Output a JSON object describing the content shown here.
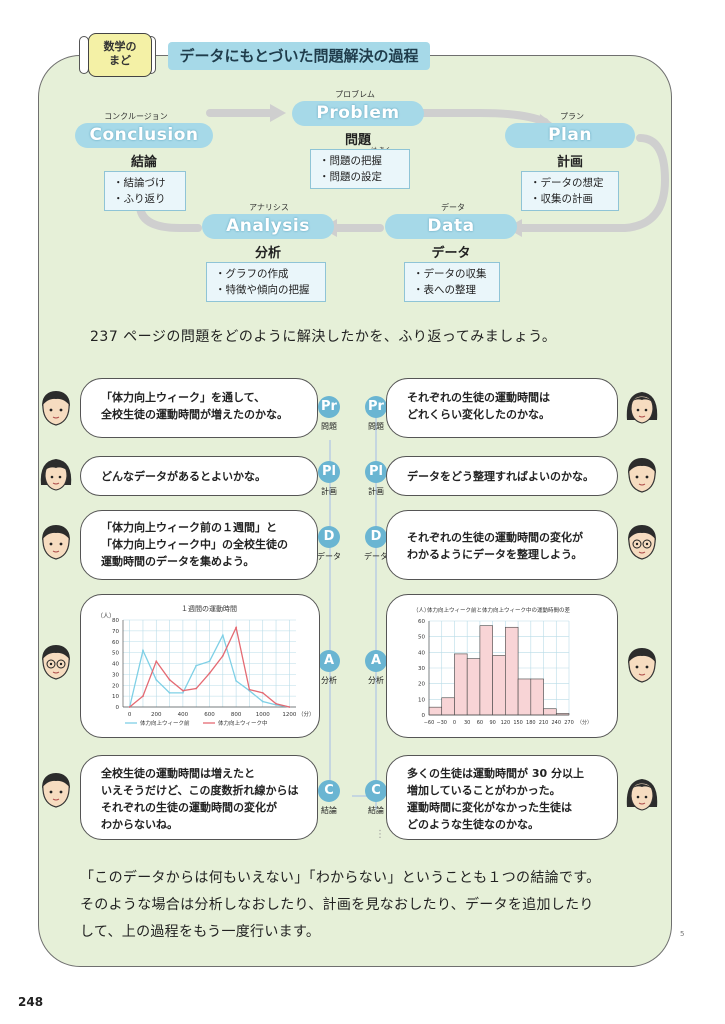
{
  "badge": "数学の\nまど",
  "title": "データにもとづいた問題解決の過程",
  "process": {
    "problem": {
      "ruby": "プロブレム",
      "en": "Problem",
      "jp": "問題",
      "items": [
        "問題の把握",
        "問題の設定"
      ],
      "ruby_small": "は あく"
    },
    "plan": {
      "ruby": "プラン",
      "en": "Plan",
      "jp": "計画",
      "items": [
        "データの想定",
        "収集の計画"
      ]
    },
    "data": {
      "ruby": "データ",
      "en": "Data",
      "jp": "データ",
      "items": [
        "データの収集",
        "表への整理"
      ]
    },
    "analysis": {
      "ruby": "アナリシス",
      "en": "Analysis",
      "jp": "分析",
      "items": [
        "グラフの作成",
        "特徴や傾向の把握"
      ]
    },
    "conclusion": {
      "ruby": "コンクルージョン",
      "en": "Conclusion",
      "jp": "結論",
      "items": [
        "結論づけ",
        "ふり返り"
      ]
    }
  },
  "intro": "237 ページの問題をどのように解決したかを、ふり返ってみましょう。",
  "left_bubbles": [
    "「体力向上ウィーク」を通して、\n全校生徒の運動時間が増えたのかな。",
    "どんなデータがあるとよいかな。",
    "「体力向上ウィーク前の１週間」と\n「体力向上ウィーク中」の全校生徒の\n運動時間のデータを集めよう。",
    "全校生徒の運動時間は増えたと\nいえそうだけど、この度数折れ線からは\nそれぞれの生徒の運動時間の変化が\nわからないね。"
  ],
  "right_bubbles": [
    "それぞれの生徒の運動時間は\nどれくらい変化したのかな。",
    "データをどう整理すればよいのかな。",
    "それぞれの生徒の運動時間の変化が\nわかるようにデータを整理しよう。",
    "多くの生徒は運動時間が 30 分以上\n増加していることがわかった。\n運動時間に変化がなかった生徒は\nどのような生徒なのかな。"
  ],
  "steps": [
    {
      "sym": "Pr",
      "label": "問題"
    },
    {
      "sym": "Pl",
      "label": "計画"
    },
    {
      "sym": "D",
      "label": "データ"
    },
    {
      "sym": "A",
      "label": "分析"
    },
    {
      "sym": "C",
      "label": "結論"
    }
  ],
  "chart_data": [
    {
      "type": "line",
      "title": "１週間の運動時間",
      "ylabel": "（人）",
      "xlabel": "（分）",
      "x": [
        0,
        100,
        200,
        300,
        400,
        500,
        600,
        700,
        800,
        900,
        1000,
        1100,
        1200
      ],
      "xticks": [
        "0",
        "200",
        "400",
        "600",
        "800",
        "1000",
        "1200"
      ],
      "yticks": [
        "0",
        "10",
        "20",
        "30",
        "40",
        "50",
        "60",
        "70",
        "80"
      ],
      "ylim": [
        0,
        80
      ],
      "xlim": [
        -50,
        1250
      ],
      "series": [
        {
          "name": "体力向上ウィーク前",
          "color": "#7fd0e6",
          "values": [
            0,
            52,
            25,
            13,
            13,
            38,
            42,
            66,
            24,
            15,
            5,
            2,
            0
          ]
        },
        {
          "name": "体力向上ウィーク中",
          "color": "#e46a73",
          "values": [
            0,
            10,
            42,
            25,
            15,
            17,
            31,
            47,
            73,
            16,
            13,
            3,
            0
          ]
        }
      ]
    },
    {
      "type": "bar",
      "title": "体力向上ウィーク前と体力向上ウィーク中の運動時間の差",
      "ylabel": "（人）",
      "xlabel": "（分）",
      "edges": [
        -60,
        -30,
        0,
        30,
        60,
        90,
        120,
        150,
        180,
        210,
        240,
        270
      ],
      "xticks": [
        "−60",
        "−30",
        "0",
        "30",
        "60",
        "90",
        "120",
        "150",
        "180",
        "210",
        "240",
        "270"
      ],
      "values": [
        5,
        11,
        39,
        36,
        57,
        38,
        56,
        23,
        23,
        4,
        1
      ],
      "yticks": [
        "0",
        "10",
        "20",
        "30",
        "40",
        "50",
        "60"
      ],
      "ylim": [
        0,
        60
      ],
      "color": "#f8d4d6"
    }
  ],
  "conclusion": "「このデータからは何もいえない」「わからない」ということも１つの結論です。\nそのような場合は分析しなおしたり、計画を見なおしたり、データを追加したり\nして、上の過程をもう一度行います。",
  "page_number": "248",
  "side_number": "5"
}
